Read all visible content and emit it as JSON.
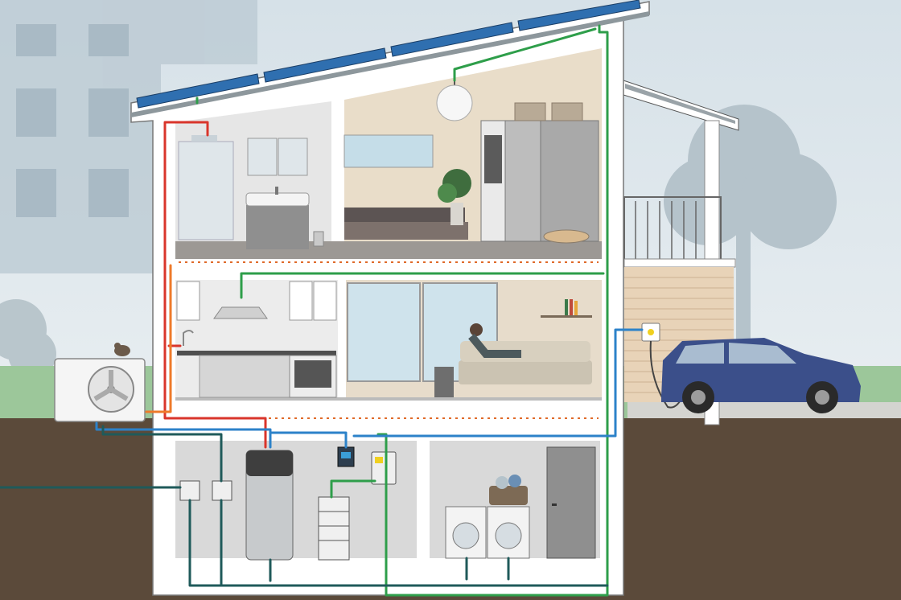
{
  "palette": {
    "sky_top": "#d6e1e8",
    "sky_bottom": "#e8eef1",
    "grass": "#9cc79a",
    "soil": "#5b4a3a",
    "soil_dark": "#4a3c2f",
    "wall": "#ffffff",
    "room_attic": "#e9ddc9",
    "room_bath": "#e6e6e6",
    "room_living": "#e7dccb",
    "room_kitchen": "#ececec",
    "room_cellar": "#d9d9d9",
    "solar_panel": "#2f6fb0",
    "pipe_red": "#d9352b",
    "pipe_orange": "#ee7a2a",
    "pipe_green": "#2e9e4a",
    "pipe_blue": "#2c82c9",
    "pipe_dark": "#1f5a5a",
    "car": "#3b4f8a",
    "device_yellow": "#f0d020"
  },
  "scene": {
    "solar_panels": 4,
    "rooms": [
      "bathroom",
      "bedroom",
      "kitchen",
      "living-room",
      "technical-room",
      "laundry-room"
    ],
    "devices": [
      "heat-pump",
      "hot-water-storage",
      "battery-storage",
      "inverter",
      "energy-manager",
      "electricity-meter",
      "wallbox",
      "electric-car"
    ],
    "icons": [
      "ceiling-lamp-icon",
      "plant-icon",
      "washing-machine-icon",
      "dryer-icon",
      "bird-icon",
      "tree-icon"
    ]
  }
}
